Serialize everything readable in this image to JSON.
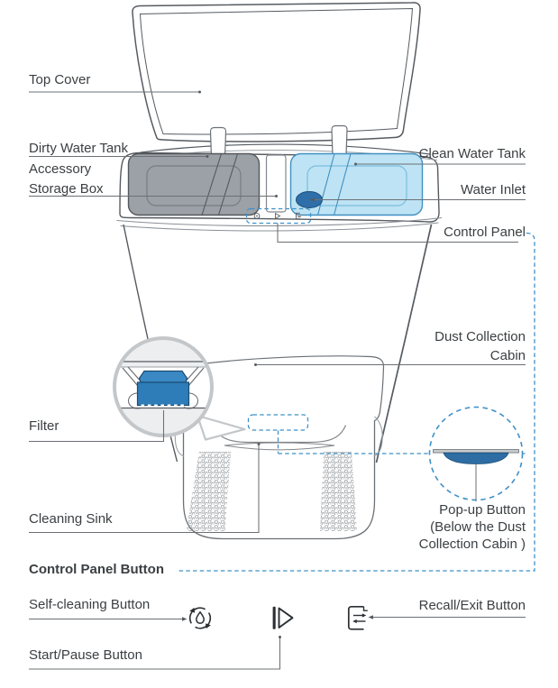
{
  "diagram_title": "Cleaning station parts diagram",
  "colors": {
    "accent_dashed_blue": "#3f90c8",
    "outline_gray": "#565b60",
    "leader_gray": "#6b7075",
    "label_text": "#3b3f42",
    "dirty_tank_fill": "#9ba1a6",
    "clean_tank_fill": "#bee3f4",
    "water_inlet_fill": "#2e6fa9",
    "filter_blue": "#2e7cb8",
    "popup_disc_blue": "#2d6da3"
  },
  "labels": {
    "top_cover": "Top Cover",
    "dirty_water_tank": "Dirty Water Tank",
    "accessory_storage_box": [
      "Accessory",
      "Storage Box"
    ],
    "clean_water_tank": "Clean Water Tank",
    "water_inlet": "Water Inlet",
    "control_panel": "Control Panel",
    "dust_collection_cabin": [
      "Dust Collection",
      "Cabin"
    ],
    "filter": "Filter",
    "cleaning_sink": "Cleaning Sink",
    "pop_up_button": [
      "Pop-up Button",
      "(Below the Dust",
      "Collection Cabin )"
    ],
    "control_panel_button": "Control Panel Button",
    "self_cleaning_button": "Self-cleaning Button",
    "start_pause_button": "Start/Pause Button",
    "recall_exit_button": "Recall/Exit Button"
  },
  "icons": {
    "self_cleaning": "droplet-recycle-icon",
    "start_pause": "bar-play-icon",
    "recall_exit": "dock-arrows-icon",
    "control_panel_mini": [
      "mini-self-cleaning-icon",
      "mini-play-icon",
      "mini-recall-icon"
    ]
  }
}
